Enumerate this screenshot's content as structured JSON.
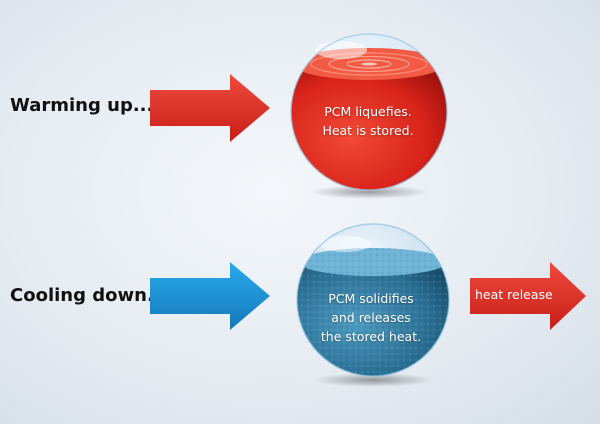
{
  "labels": {
    "warming": "Warming up...",
    "cooling": "Cooling down..."
  },
  "hot_sphere": {
    "line1": "PCM liquefies.",
    "line2": "Heat is stored."
  },
  "cold_sphere": {
    "line1": "PCM solidifies",
    "line2": "and releases",
    "line3": "the stored heat."
  },
  "release_arrow": {
    "label": "heat release"
  },
  "colors": {
    "warm_arrow": "#e8322b",
    "cool_arrow": "#1c97dc",
    "release_arrow": "#e8322b",
    "hot_liquid": "#e0261d",
    "cold_liquid": "#2f7fa6"
  },
  "icons": {
    "warm": "arrow-right-icon",
    "cool": "arrow-right-icon",
    "release": "arrow-right-icon"
  }
}
